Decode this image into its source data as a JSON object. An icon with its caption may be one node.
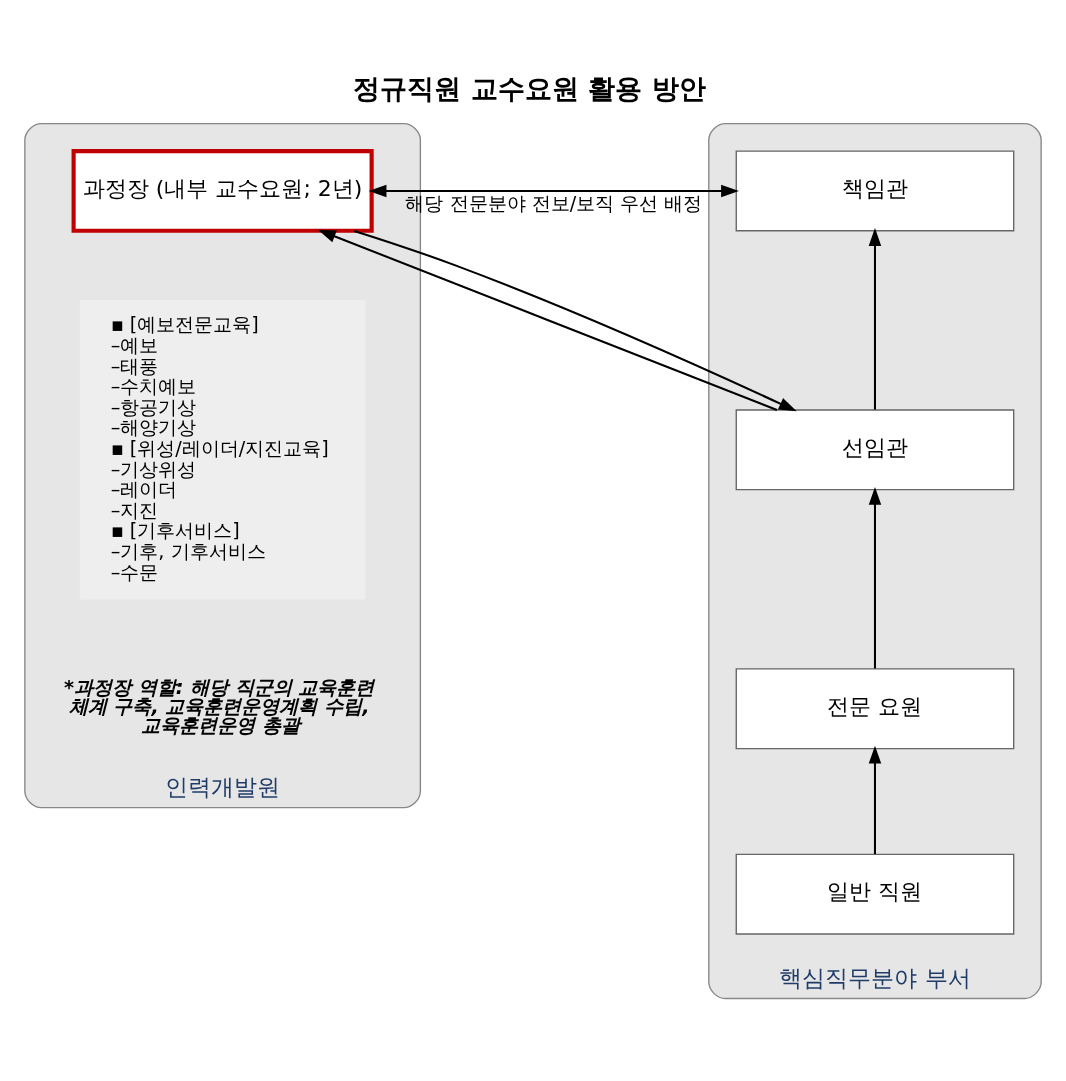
{
  "diagram": {
    "title": "정규직원 교수요원 활용 방안",
    "nodes": [
      {
        "text": [
          "핵심직무분야 부서"
        ]
      },
      {
        "text": [
          "인력개발원"
        ]
      },
      {
        "text": [
          "책임관"
        ],
        "in": 0
      },
      {
        "text": [
          "선임관"
        ],
        "in": 0
      },
      {
        "text": [
          "전문 요원"
        ],
        "in": 0
      },
      {
        "text": [
          "일반 직원"
        ],
        "in": 0
      },
      {
        "text": [
          "과정장 (내부 교수요원; 2년)"
        ],
        "in": 1
      },
      {
        "text": [
          "▪ [예보전문교육]",
          "–예보",
          "–태풍",
          "–수치예보",
          "–항공기상",
          "–해양기상",
          "▪ [위성/레이더/지진교육]",
          "–기상위성",
          "–레이더",
          "–지진",
          "▪ [기후서비스]",
          "–기후, 기후서비스",
          "–수문"
        ],
        "in": 1
      }
    ],
    "edges": [
      {
        "from": 5,
        "to": 4,
        "arrow": "to"
      },
      {
        "from": 4,
        "to": 3,
        "arrow": "to"
      },
      {
        "from": 3,
        "to": 2,
        "arrow": "to"
      },
      {
        "from": 2,
        "to": 6,
        "arrow": "to"
      },
      {
        "from": 3,
        "to": 6,
        "arrow": "to"
      },
      {
        "from": 6,
        "to": 2,
        "arrow": "to",
        "label": "해당 전문분야 전보/보직 우선 배정"
      },
      {
        "from": 6,
        "to": 3,
        "arrow": "to"
      }
    ],
    "labels": [
      "*과정장 역할: 해당 직군의 교육훈련 체계 구축, 교육훈련운영계획 수립, 교육훈련운영 총괄"
    ]
  }
}
